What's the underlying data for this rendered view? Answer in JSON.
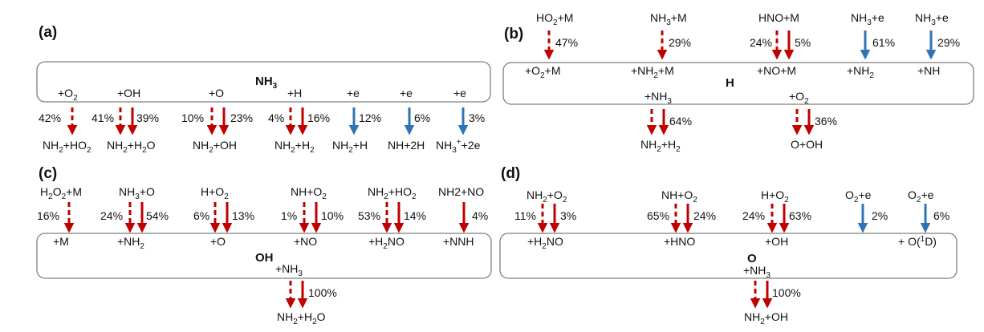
{
  "colors": {
    "thermal": "#C00000",
    "electron": "#2E75B6",
    "box_stroke": "#7F7F7F",
    "text": "#111111"
  },
  "panels": [
    {
      "label": "(a)",
      "species": "NH3",
      "box_labels": [
        "+O2",
        "+OH",
        "+O",
        "+H",
        "+e",
        "+e",
        "+e"
      ],
      "entries": [
        {
          "group": "+O2",
          "pct": "42%",
          "product": "NH2+HO2",
          "arrows": [
            "dashed"
          ],
          "kind": "thermal"
        },
        {
          "group": "+OH",
          "pct": "41%",
          "product": "NH2+H2O",
          "arrows": [
            "dashed",
            "solid"
          ],
          "kind": "thermal",
          "pct2": "39%"
        },
        {
          "group": "+O",
          "pct": "10%",
          "product": "NH2+OH",
          "arrows": [
            "dashed",
            "solid"
          ],
          "kind": "thermal",
          "pct2": "23%"
        },
        {
          "group": "+H",
          "pct": "4%",
          "product": "NH2+H2",
          "arrows": [
            "dashed",
            "solid"
          ],
          "kind": "thermal",
          "pct2": "16%"
        },
        {
          "group": "+e",
          "pct": "12%",
          "product": "NH2+H",
          "arrows": [
            "solid"
          ],
          "kind": "electron"
        },
        {
          "group": "+e",
          "pct": "6%",
          "product": "NH+2H",
          "arrows": [
            "solid"
          ],
          "kind": "electron"
        },
        {
          "group": "+e",
          "pct": "3%",
          "product": "NH3++2e",
          "arrows": [
            "solid"
          ],
          "kind": "electron"
        }
      ]
    },
    {
      "label": "(b)",
      "species": "H",
      "top_reactions": [
        {
          "reactants": "HO2+M",
          "pct": "47%",
          "product": "+O2+M",
          "arrows": [
            "dashed"
          ],
          "kind": "thermal"
        },
        {
          "reactants": "NH3+M",
          "pct": "29%",
          "product": "+NH2+M",
          "arrows": [
            "dashed"
          ],
          "kind": "thermal"
        },
        {
          "reactants": "HNO+M",
          "pct": "24%",
          "pct2": "5%",
          "product": "+NO+M",
          "arrows": [
            "dashed",
            "solid"
          ],
          "kind": "thermal"
        },
        {
          "reactants": "NH3+e",
          "pct": "61%",
          "product": "+NH2",
          "arrows": [
            "solid"
          ],
          "kind": "electron"
        },
        {
          "reactants": "NH3+e",
          "pct": "29%",
          "product": "+NH",
          "arrows": [
            "solid"
          ],
          "kind": "electron"
        }
      ],
      "bottom_reactions": [
        {
          "reactant": "+NH3",
          "pct": "64%",
          "product": "NH2+H2",
          "arrows": [
            "dashed",
            "solid"
          ],
          "kind": "thermal"
        },
        {
          "reactant": "+O2",
          "pct": "36%",
          "product": "O+OH",
          "arrows": [
            "dashed",
            "solid"
          ],
          "kind": "thermal"
        }
      ]
    },
    {
      "label": "(c)",
      "species": "OH",
      "top_reactions": [
        {
          "reactants": "H2O2+M",
          "pct": "16%",
          "product": "+M",
          "arrows": [
            "dashed"
          ],
          "kind": "thermal"
        },
        {
          "reactants": "NH3+O",
          "pct": "24%",
          "pct2": "54%",
          "product": "+NH2",
          "arrows": [
            "dashed",
            "solid"
          ],
          "kind": "thermal"
        },
        {
          "reactants": "H+O2",
          "pct": "6%",
          "pct2": "13%",
          "product": "+O",
          "arrows": [
            "dashed",
            "solid"
          ],
          "kind": "thermal"
        },
        {
          "reactants": "NH+O2",
          "pct": "1%",
          "pct2": "10%",
          "product": "+NO",
          "arrows": [
            "dashed",
            "solid"
          ],
          "kind": "thermal"
        },
        {
          "reactants": "NH2+HO2",
          "pct": "53%",
          "pct2": "14%",
          "product": "+H2NO",
          "arrows": [
            "dashed",
            "solid"
          ],
          "kind": "thermal"
        },
        {
          "reactants": "NH2+NO",
          "pct": "4%",
          "product": "+NNH",
          "arrows": [
            "solid"
          ],
          "kind": "thermal"
        }
      ],
      "bottom_reactions": [
        {
          "reactant": "+NH3",
          "pct": "100%",
          "product": "NH2+H2O",
          "arrows": [
            "dashed",
            "solid"
          ],
          "kind": "thermal"
        }
      ]
    },
    {
      "label": "(d)",
      "species": "O",
      "top_reactions": [
        {
          "reactants": "NH2+O2",
          "pct": "11%",
          "pct2": "3%",
          "product": "+H2NO",
          "arrows": [
            "dashed",
            "solid"
          ],
          "kind": "thermal"
        },
        {
          "reactants": "NH+O2",
          "pct": "65%",
          "pct2": "24%",
          "product": "+HNO",
          "arrows": [
            "dashed",
            "solid"
          ],
          "kind": "thermal"
        },
        {
          "reactants": "H+O2",
          "pct": "24%",
          "pct2": "63%",
          "product": "+OH",
          "arrows": [
            "dashed",
            "solid"
          ],
          "kind": "thermal"
        },
        {
          "reactants": "O2+e",
          "pct": "2%",
          "product": "",
          "arrows": [
            "solid"
          ],
          "kind": "electron"
        },
        {
          "reactants": "O2+e",
          "pct": "6%",
          "product": "+ O(1D)",
          "arrows": [
            "solid"
          ],
          "kind": "electron"
        }
      ],
      "bottom_reactions": [
        {
          "reactant": "+NH3",
          "pct": "100%",
          "product": "NH2+OH",
          "arrows": [
            "dashed",
            "solid"
          ],
          "kind": "thermal"
        }
      ]
    }
  ]
}
